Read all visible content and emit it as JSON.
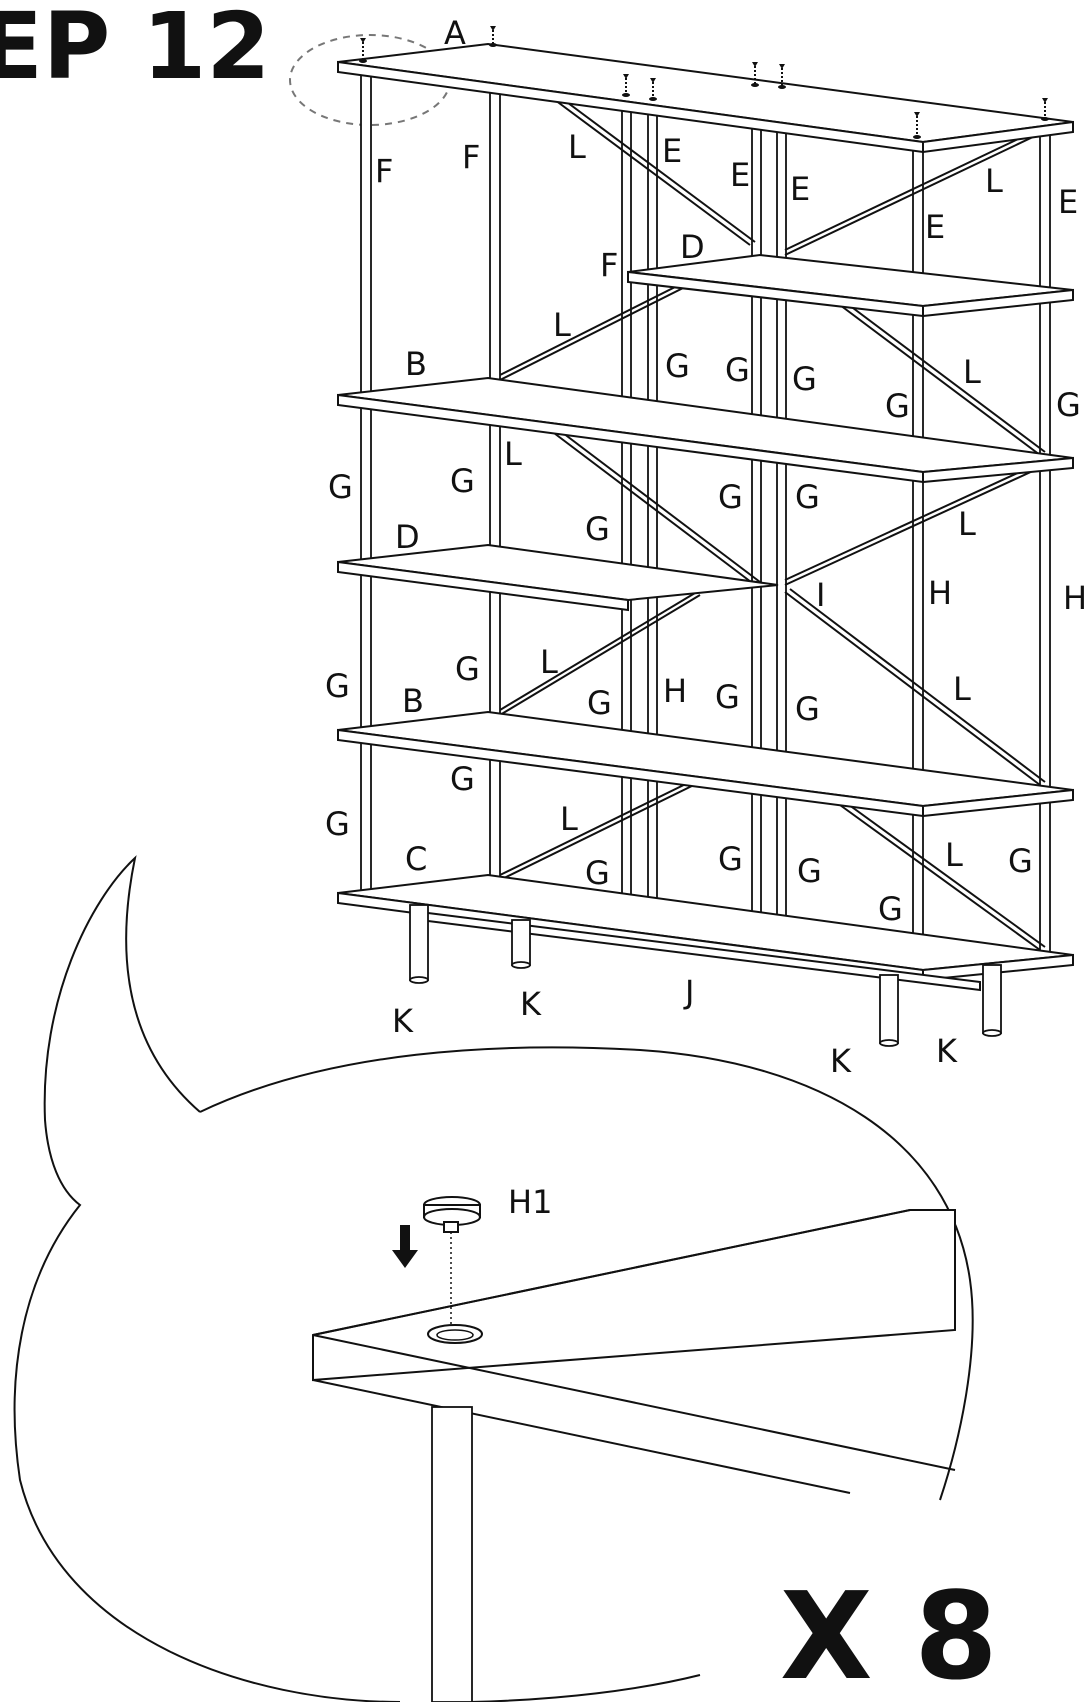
{
  "step_title": "EP 12",
  "multiplier": "X 8",
  "detail_part_label": "H1",
  "part_labels": {
    "A": "A",
    "B": "B",
    "C": "C",
    "D": "D",
    "E": "E",
    "F": "F",
    "G": "G",
    "H": "H",
    "I": "I",
    "J": "J",
    "K": "K",
    "L": "L"
  }
}
